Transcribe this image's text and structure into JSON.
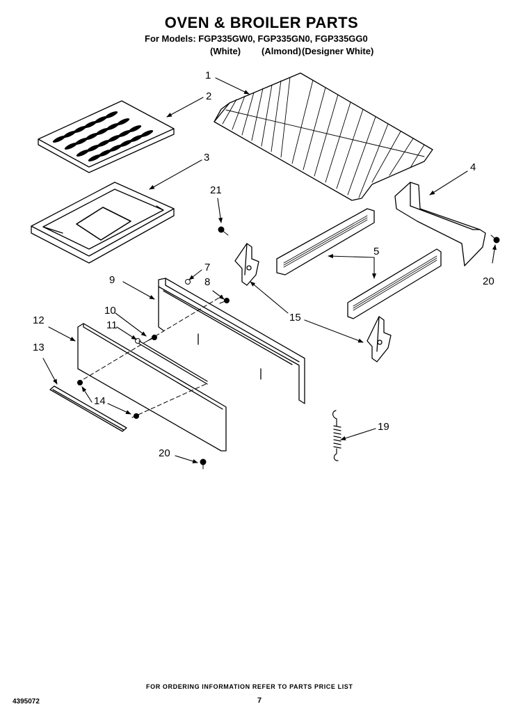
{
  "header": {
    "title": "OVEN & BROILER PARTS",
    "models_line": "For Models: FGP335GW0, FGP335GN0, FGP335GG0",
    "variant_white": "(White)",
    "variant_almond": "(Almond)",
    "variant_designer": "(Designer White)"
  },
  "callouts": [
    "1",
    "2",
    "3",
    "4",
    "21",
    "5",
    "7",
    "9",
    "8",
    "20",
    "10",
    "15",
    "11",
    "12",
    "13",
    "14",
    "19",
    "20"
  ],
  "footer": {
    "ordering_note": "FOR ORDERING INFORMATION REFER TO PARTS PRICE LIST",
    "doc_number": "4395072",
    "page_number": "7"
  }
}
